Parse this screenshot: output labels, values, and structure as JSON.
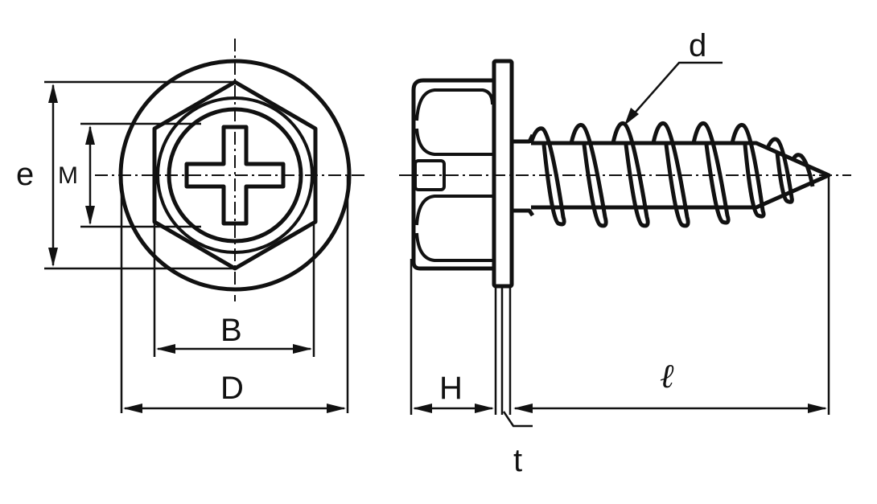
{
  "labels": {
    "e": "e",
    "M": "M",
    "B": "B",
    "D": "D",
    "H": "H",
    "t": "t",
    "l": "ℓ",
    "d": "d"
  }
}
